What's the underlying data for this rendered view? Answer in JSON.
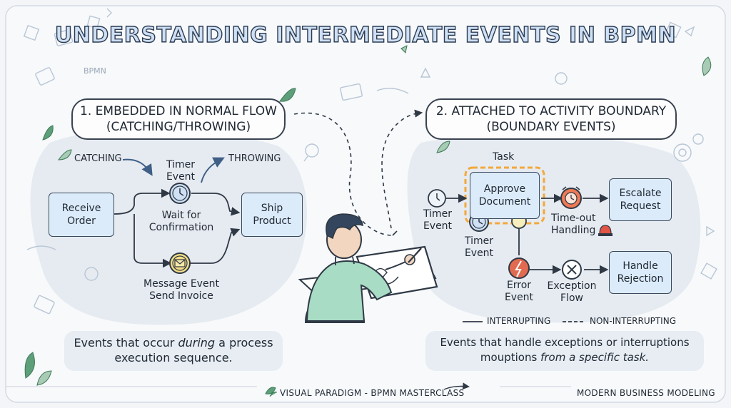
{
  "title": "UNDERSTANDING INTERMEDIATE EVENTS IN BPMN",
  "background_watermark": "BPMN",
  "colors": {
    "box_fill": "#dcebfa",
    "task_highlight": "#f3a83a",
    "timer_fill": "#cfe0f4",
    "message_fill": "#f3dd86",
    "error_fill": "#e26a50",
    "alarm_fill": "#ef7a55",
    "leaf_green": "#5d9f78"
  },
  "section1": {
    "heading_line1": "1. EMBEDDED IN NORMAL FLOW",
    "heading_line2": "(CATCHING/THROWING)",
    "catching_label": "CATCHING",
    "throwing_label": "THROWING",
    "receive_order": "Receive Order",
    "timer_event_line1": "Timer",
    "timer_event_line2": "Event",
    "wait_line1": "Wait for",
    "wait_line2": "Confirmation",
    "ship_product": "Ship Product",
    "message_line1": "Message Event",
    "message_line2": "Send Invoice",
    "summary_before": "Events that occur ",
    "summary_em": "during",
    "summary_after": " a process",
    "summary_line2": "execution sequence."
  },
  "section2": {
    "heading_line1": "2. ATTACHED TO ACTIVITY BOUNDARY",
    "heading_line2": "(BOUNDARY EVENTS)",
    "task_label": "Task",
    "approve_document": "Approve Document",
    "timer_event_left_line1": "Timer",
    "timer_event_left_line2": "Event",
    "timer_event_boundary_line1": "Timer",
    "timer_event_boundary_line2": "Event",
    "timeout_line1": "Time-out",
    "timeout_line2": "Handling",
    "escalate_request": "Escalate Request",
    "error_line1": "Error",
    "error_line2": "Event",
    "exception_line1": "Exception",
    "exception_line2": "Flow",
    "handle_rejection": "Handle Rejection",
    "legend_interrupting": "INTERRUPTING",
    "legend_non_interrupting": "NON-INTERRUPTING",
    "summary_line1": "Events that handle exceptions or interruptions",
    "summary_line2_before": "mouptions ",
    "summary_line2_em": "from a specific task."
  },
  "footer": {
    "left": "VISUAL PARADIGM - BPMN MASTERCLASS",
    "right": "MODERN BUSINESS MODELING"
  }
}
